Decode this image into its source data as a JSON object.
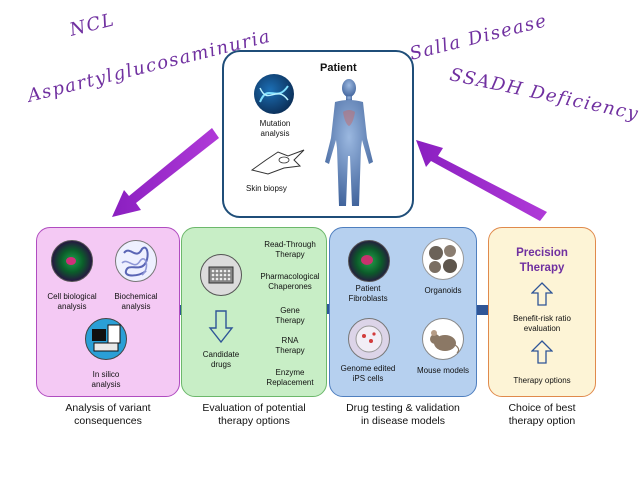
{
  "diseases": {
    "ncl": "NCL",
    "aspartyl": "Aspartylglucosaminuria",
    "salla": "Salla Disease",
    "ssadh": "SSADH Deficiency"
  },
  "patient": {
    "title": "Patient",
    "mutation": "Mutation\nanalysis",
    "skin": "Skin biopsy"
  },
  "panel1": {
    "cell_bio": "Cell biological\nanalysis",
    "biochem": "Biochemical\nanalysis",
    "insilico": "In silico\nanalysis",
    "caption": "Analysis of variant\nconsequences"
  },
  "panel2": {
    "therapies": [
      "Read-Through\nTherapy",
      "Pharmacological\nChaperones",
      "Gene\nTherapy",
      "RNA\nTherapy",
      "Enzyme\nReplacement"
    ],
    "candidate": "Candidate\ndrugs",
    "caption": "Evaluation of potential\ntherapy options"
  },
  "panel3": {
    "fibroblasts": "Patient\nFibroblasts",
    "organoids": "Organoids",
    "ipsc": "Genome edited\niPS cells",
    "mouse": "Mouse models",
    "caption": "Drug testing & validation\nin disease models"
  },
  "panel4": {
    "precision": "Precision\nTherapy",
    "benefit": "Benefit-risk ratio\nevaluation",
    "options": "Therapy options",
    "caption": "Choice of best\ntherapy option"
  },
  "colors": {
    "purple": "#7030a0",
    "arrow_purple": "#9c27c4",
    "arrow_blue": "#2f5597",
    "body_blue": "#4f81bd"
  }
}
